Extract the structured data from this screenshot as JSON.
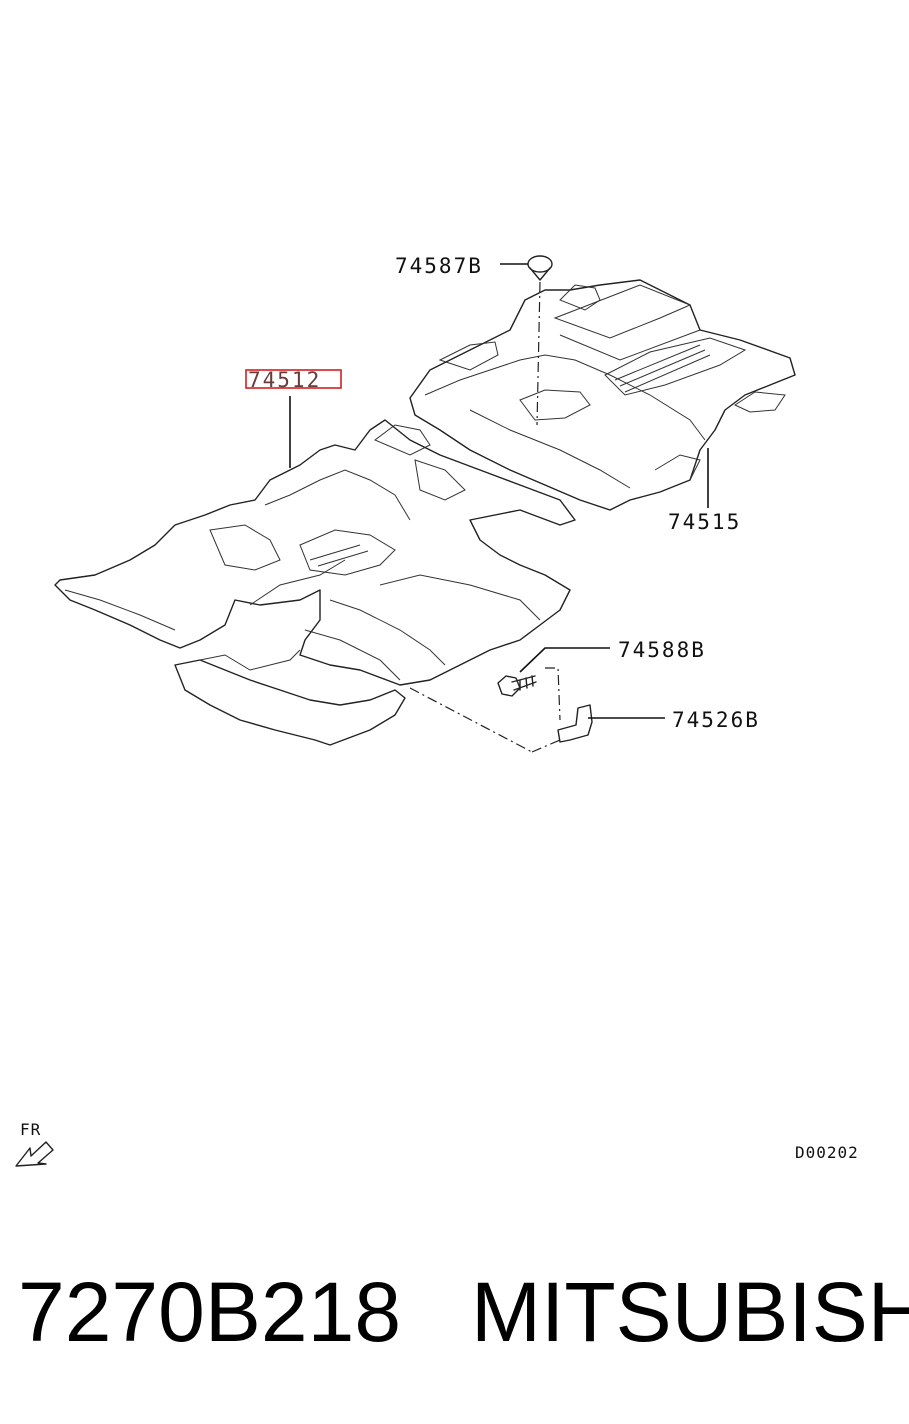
{
  "callouts": {
    "grommet": "74587B",
    "front_carpet": "74512",
    "rear_carpet": "74515",
    "bolt": "74588B",
    "bracket": "74526B"
  },
  "direction_marker": "FR",
  "drawing_code": "D00202",
  "footer": {
    "part_number": "7270B218",
    "brand": "MITSUBISHI"
  },
  "colors": {
    "highlight_box": "#d42020",
    "line": "#222222",
    "background": "#ffffff"
  },
  "icons": [
    "front-direction-arrow-icon",
    "grommet-icon",
    "bolt-icon",
    "bracket-icon"
  ]
}
